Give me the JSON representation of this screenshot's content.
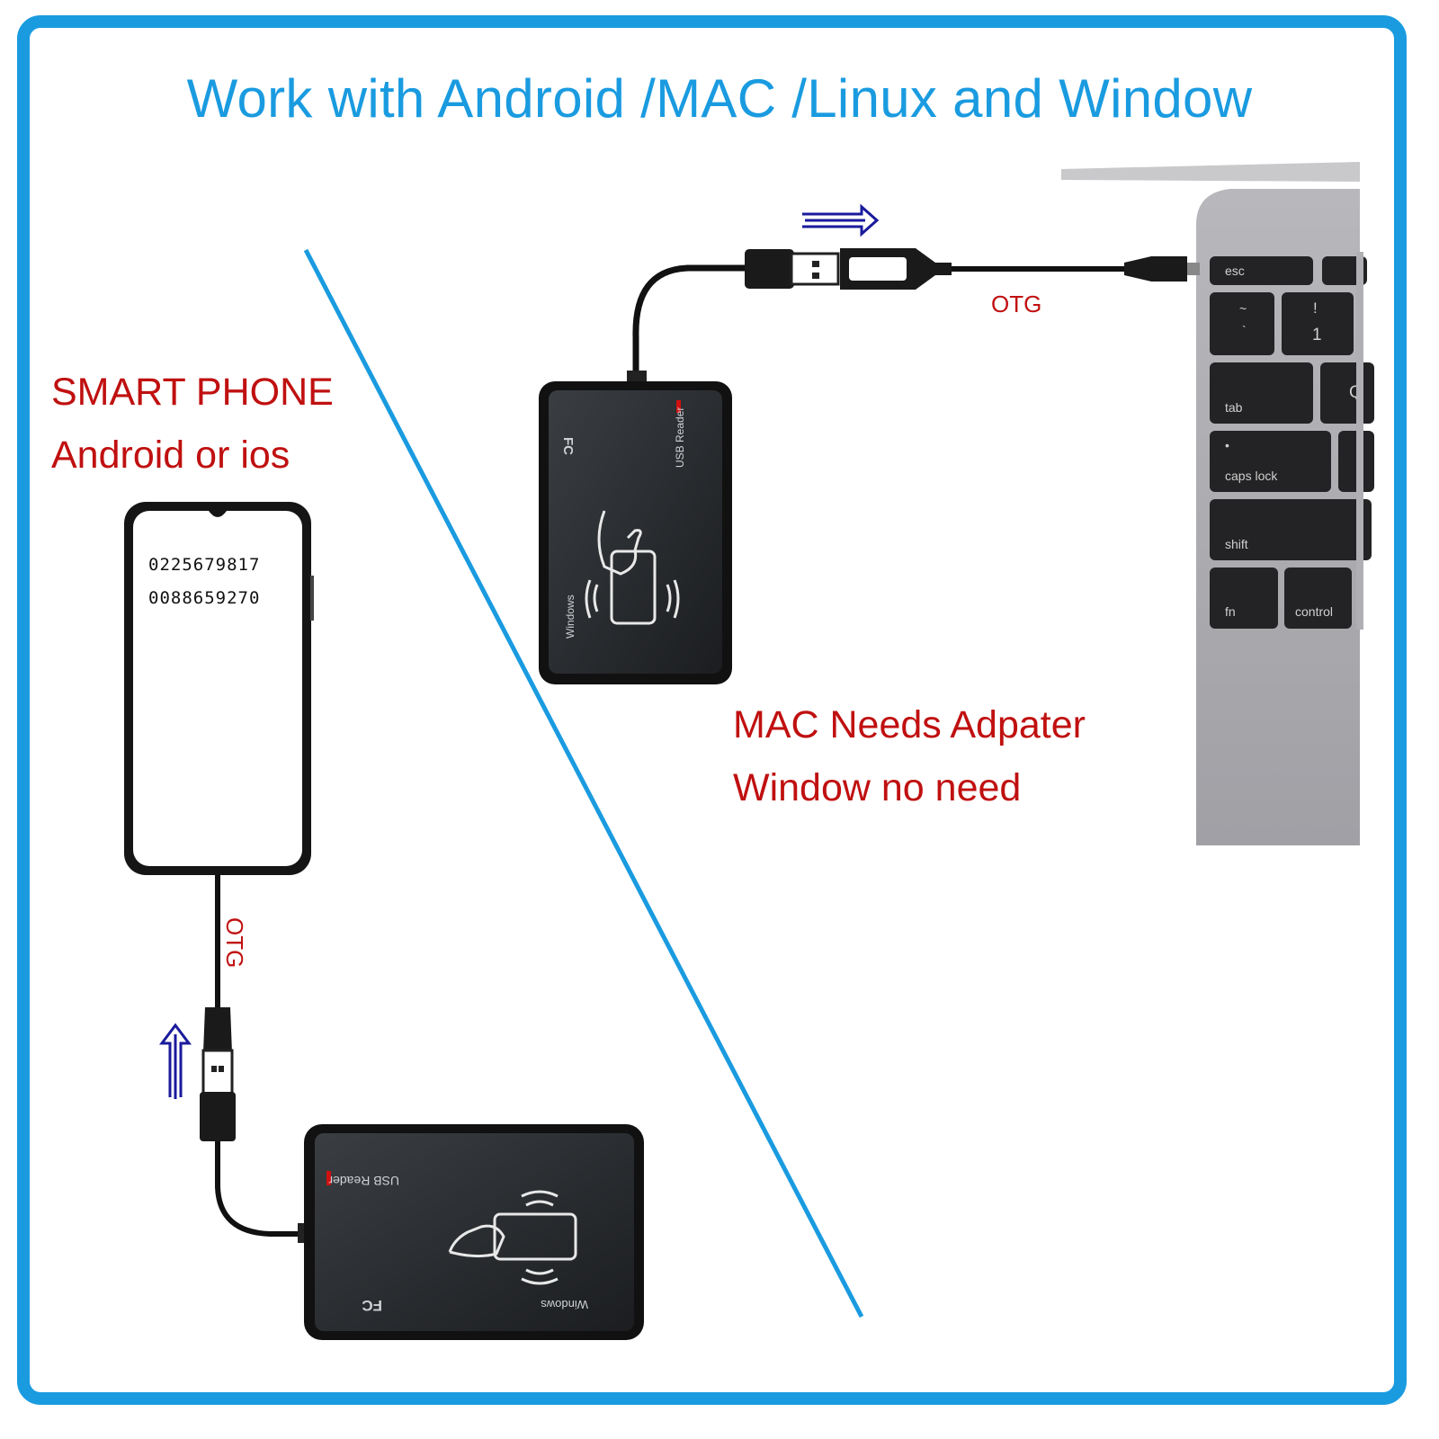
{
  "title": "Work with Android /MAC /Linux and Window",
  "phone_section": {
    "heading": "SMART PHONE",
    "subheading": "Android or ios",
    "screen_lines": [
      "0225679817",
      "0088659270"
    ],
    "cable_label": "OTG"
  },
  "mac_section": {
    "cable_label": "OTG",
    "note_line1": "MAC Needs Adpater",
    "note_line2": "Window no need"
  },
  "reader": {
    "label": "USB Reader",
    "os_label": "Windows",
    "logo": "FC"
  },
  "keyboard_keys": {
    "esc": "esc",
    "tilde": "~",
    "backtick": "`",
    "exclaim": "!",
    "one": "1",
    "q": "Q",
    "tab": "tab",
    "caps": "caps lock",
    "shift": "shift",
    "fn": "fn",
    "control": "control"
  },
  "colors": {
    "frame_blue": "#1a9be0",
    "label_red": "#c01010",
    "arrow_navy": "#1a1a9c",
    "reader_black": "#222528",
    "laptop_gray": "#a9a9ad"
  },
  "icons": [
    "right-arrow-icon",
    "up-arrow-icon",
    "card-tap-icon",
    "led-indicator-icon"
  ]
}
